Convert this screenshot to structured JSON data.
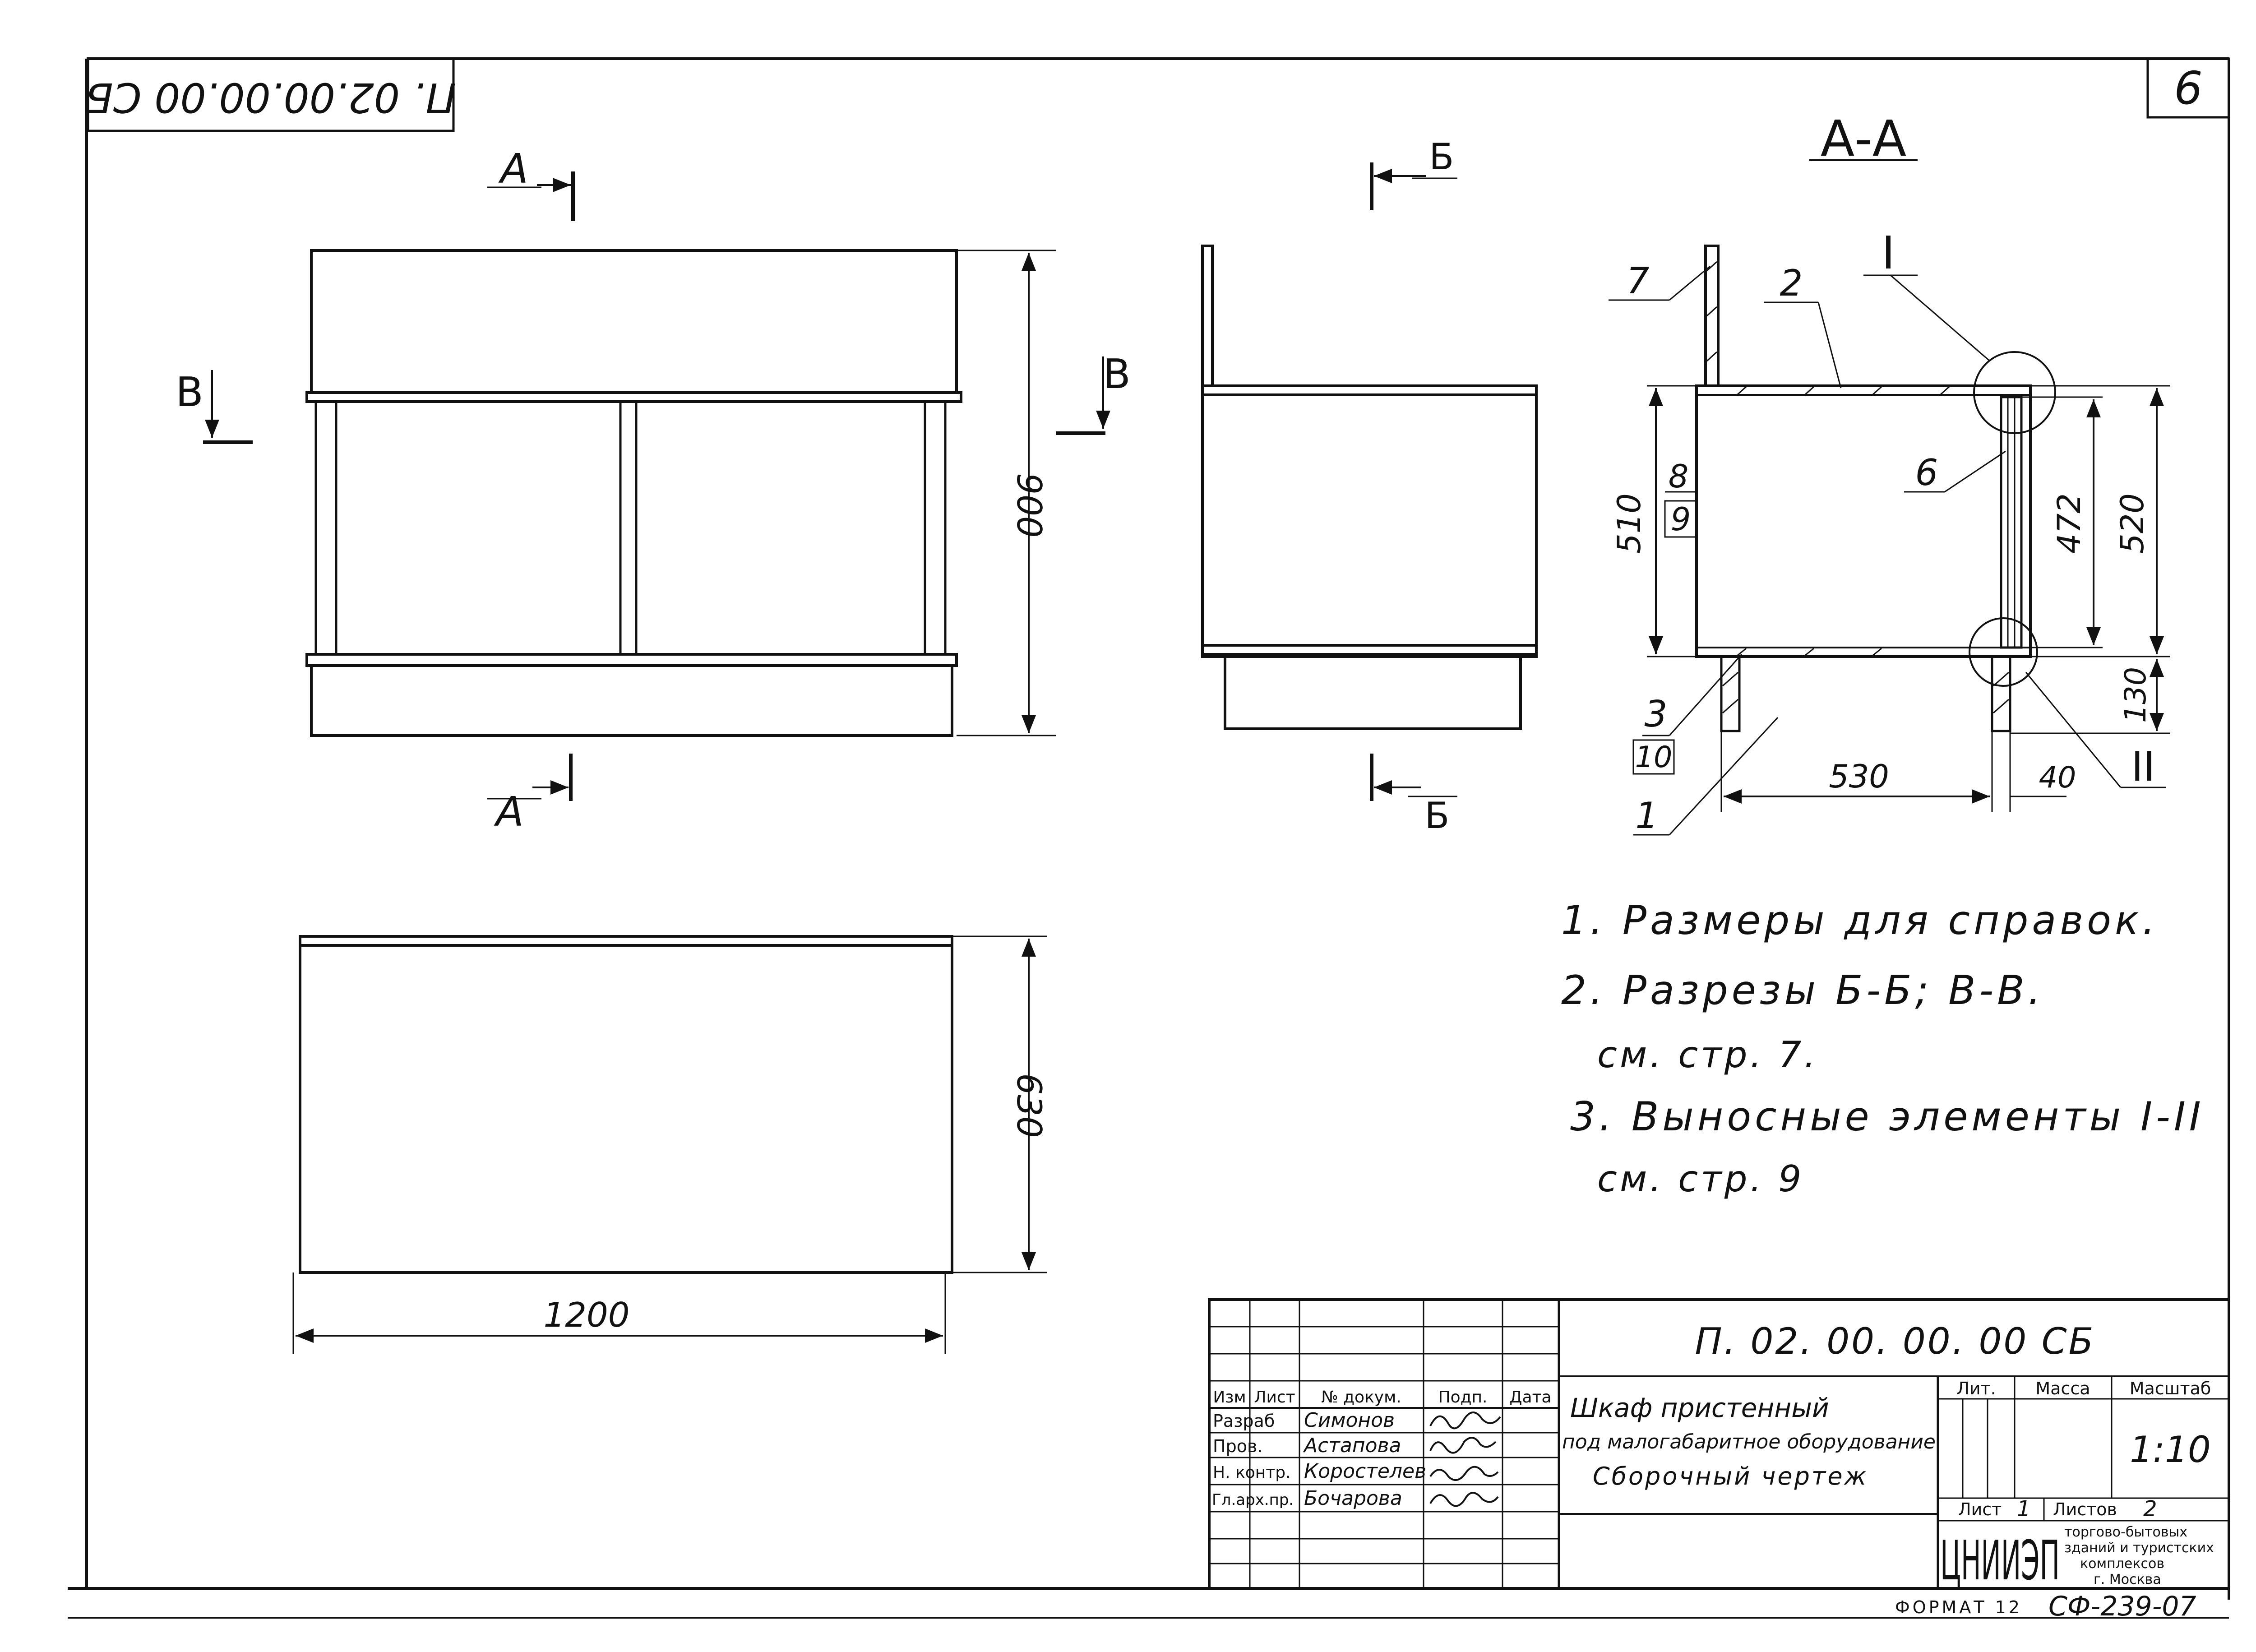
{
  "sheet": {
    "page_number": "6",
    "rotated_code": "П. 02.00.00.00 СБ",
    "format": "ФОРМАТ 12",
    "sheet_code": "СФ-239-07"
  },
  "front_view": {
    "section_mark_top": "А",
    "section_mark_bottom": "А",
    "section_mark_left": "В",
    "section_mark_right": "В",
    "height_dim": "900"
  },
  "side_view": {
    "section_mark_top": "Б",
    "section_mark_bottom": "Б"
  },
  "section_aa": {
    "title": "А-А",
    "callouts": [
      "7",
      "2",
      "8",
      "9",
      "6",
      "3",
      "10",
      "1"
    ],
    "detail_marks": [
      "I",
      "II"
    ],
    "dims": {
      "height_left": "510",
      "height_inner": "472",
      "height_right": "520",
      "leg_height": "130",
      "depth": "530",
      "gap": "40"
    }
  },
  "plan_view": {
    "width_dim": "1200",
    "depth_dim": "630"
  },
  "notes": [
    "1. Размеры для справок.",
    "2. Разрезы Б-Б; В-В.",
    "см. стр. 7.",
    "3. Выносные элементы I-II",
    "см. стр. 9"
  ],
  "title_block": {
    "doc_code": "П. 02. 00. 00. 00 СБ",
    "name_line1": "Шкаф пристенный",
    "name_line2": "под малогабаритное оборудование",
    "name_line3": "Сборочный чертеж",
    "col_headers": [
      "Изм",
      "Лист",
      "№ докум.",
      "Подп.",
      "Дата"
    ],
    "staff": [
      {
        "role": "Разраб",
        "name": "Симонов"
      },
      {
        "role": "Пров.",
        "name": "Астапова"
      },
      {
        "role": "Н. контр.",
        "name": "Коростелев"
      },
      {
        "role": "Гл.арх.пр.",
        "name": "Бочарова"
      }
    ],
    "lit_label": "Лит.",
    "mass_label": "Масса",
    "scale_label": "Масштаб",
    "scale_value": "1:10",
    "sheet_label": "Лист",
    "sheet_value": "1",
    "sheets_label": "Листов",
    "sheets_value": "2",
    "org_logo": "ЦНИИЭП",
    "org_line1": "торгово-бытовых",
    "org_line2": "зданий и туристских",
    "org_line3": "комплексов",
    "org_line4": "г. Москва"
  }
}
